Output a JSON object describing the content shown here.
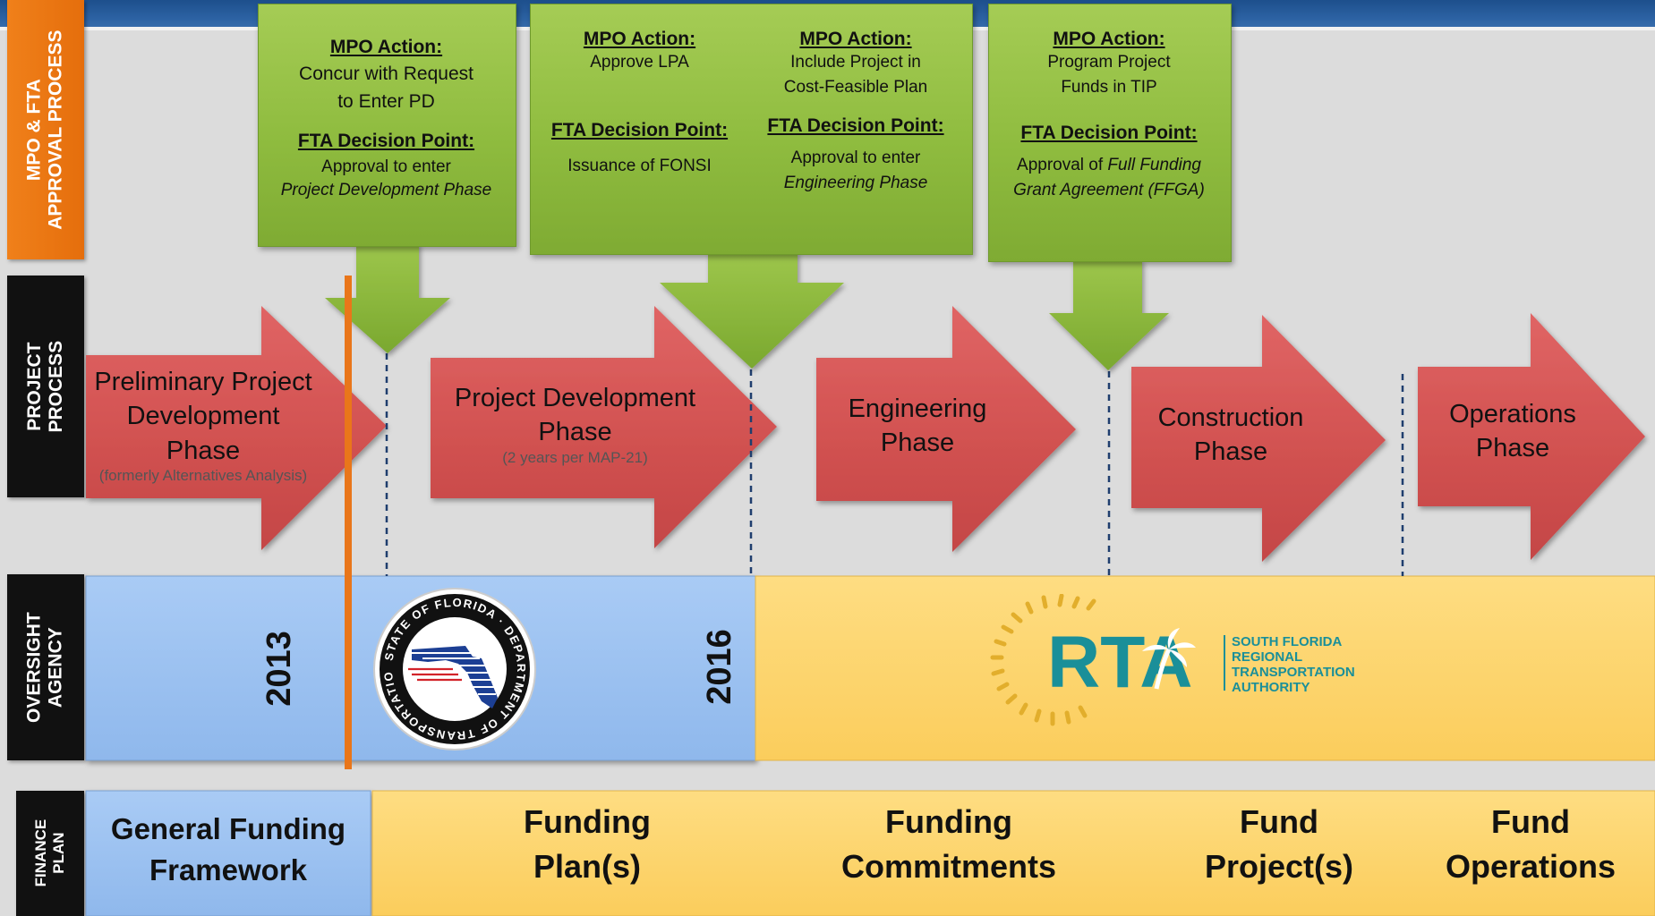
{
  "row_labels": {
    "approval": "MPO & FTA\nAPPROVAL PROCESS",
    "project": "PROJECT\nPROCESS",
    "oversight": "OVERSIGHT\nAGENCY",
    "finance": "FINANCE\nPLAN"
  },
  "approval_boxes": [
    {
      "mpo_heading": "MPO Action:",
      "mpo_text_1": "Concur with Request",
      "mpo_text_2": "to Enter PD",
      "fta_heading": "FTA Decision Point:",
      "fta_text_1": "Approval to enter",
      "fta_text_2": "Project Development Phase"
    },
    {
      "left": {
        "mpo_heading": "MPO Action:",
        "mpo_text": "Approve LPA",
        "fta_heading": "FTA Decision Point:",
        "fta_text": "Issuance of FONSI"
      },
      "right": {
        "mpo_heading": "MPO Action:",
        "mpo_text_1": "Include Project in",
        "mpo_text_2": "Cost-Feasible Plan",
        "fta_heading": "FTA Decision Point:",
        "fta_text_1": "Approval to enter",
        "fta_text_2": "Engineering  Phase"
      }
    },
    {
      "mpo_heading": "MPO Action:",
      "mpo_text_1": "Program Project",
      "mpo_text_2": "Funds in TIP",
      "fta_heading": "FTA Decision Point:",
      "fta_text_1a": "Approval of ",
      "fta_text_1b": "Full Funding",
      "fta_text_2": "Grant Agreement (FFGA)"
    }
  ],
  "phases": [
    {
      "name": "Preliminary Project\nDevelopment\nPhase",
      "note": "(formerly Alternatives Analysis)"
    },
    {
      "name": "Project Development\nPhase",
      "note": "(2 years per MAP-21)"
    },
    {
      "name": "Engineering\nPhase",
      "note": ""
    },
    {
      "name": "Construction\nPhase",
      "note": ""
    },
    {
      "name": "Operations\nPhase",
      "note": ""
    }
  ],
  "oversight": {
    "year_start": "2013",
    "year_end": "2016",
    "fdot_seal": {
      "ring_text": "STATE OF FLORIDA · DEPARTMENT OF TRANSPORTATION"
    },
    "rta_logo": {
      "abbr": "RTA",
      "line1": "SOUTH FLORIDA",
      "line2": "REGIONAL",
      "line3": "TRANSPORTATION",
      "line4": "AUTHORITY"
    }
  },
  "finance": [
    "General Funding\nFramework",
    "Funding\nPlan(s)",
    "Funding\nCommitments",
    "Fund\nProject(s)",
    "Fund\nOperations"
  ],
  "colors": {
    "orange": "#e9761a",
    "green": "#8fbc3f",
    "red_arrow": "#d35352",
    "blue_band": "#9bc1f0",
    "yellow_band": "#fdd56f",
    "dashed_line": "#1f3e6e"
  }
}
